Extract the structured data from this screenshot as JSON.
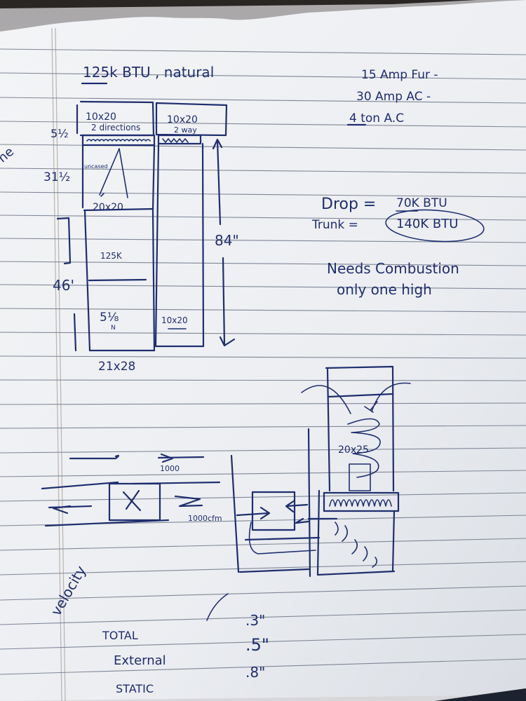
{
  "scene": {
    "description": "Photo of handwritten HVAC furnace/AC sizing notes on lined notebook paper",
    "colors": {
      "paper": "#eef0f3",
      "paper_shadow": "#c9ccd2",
      "ink": "#1f2e6e",
      "rules": "#7f8795",
      "background": "#2a2624"
    }
  },
  "notes": {
    "heading": "125k BTU , natural",
    "electrical": [
      "15 Amp Fur -",
      "30 Amp AC -",
      "4 ton A.C"
    ],
    "btu": {
      "drop_label": "Drop =",
      "drop_value": "70K BTU",
      "trunk_label": "Trunk =",
      "trunk_value": "140K BTU"
    },
    "combustion": [
      "Needs Combustion",
      "only one high"
    ],
    "left_margin_word": "ne",
    "furnace_diagram": {
      "filter_left": "10x20",
      "filter_left_note": "2 directions",
      "filter_right": "10x20",
      "filter_right_note": "2 way",
      "dim_top": "5½",
      "dim_coil": "31½",
      "coil_label": "uncased",
      "coil_size": "20x20",
      "furnace_label": "125K",
      "dim_furnace": "46'",
      "fraction": "5⅛",
      "fraction_sub": "N",
      "side_duct": "10x20",
      "overall_height": "84\"",
      "base_size": "21x28"
    },
    "airflow_diagram": {
      "cfm_top": "1000",
      "cfm_side": "1000cfm",
      "velocity_label": "velocity"
    },
    "plenum_diagram": {
      "label": "20x25"
    },
    "static_pressure": {
      "rows": [
        {
          "label": "TOTAL",
          "value": ".3\""
        },
        {
          "label": "External",
          "value": ".5\""
        },
        {
          "label": "STATIC",
          "value": ".8\""
        }
      ]
    }
  }
}
